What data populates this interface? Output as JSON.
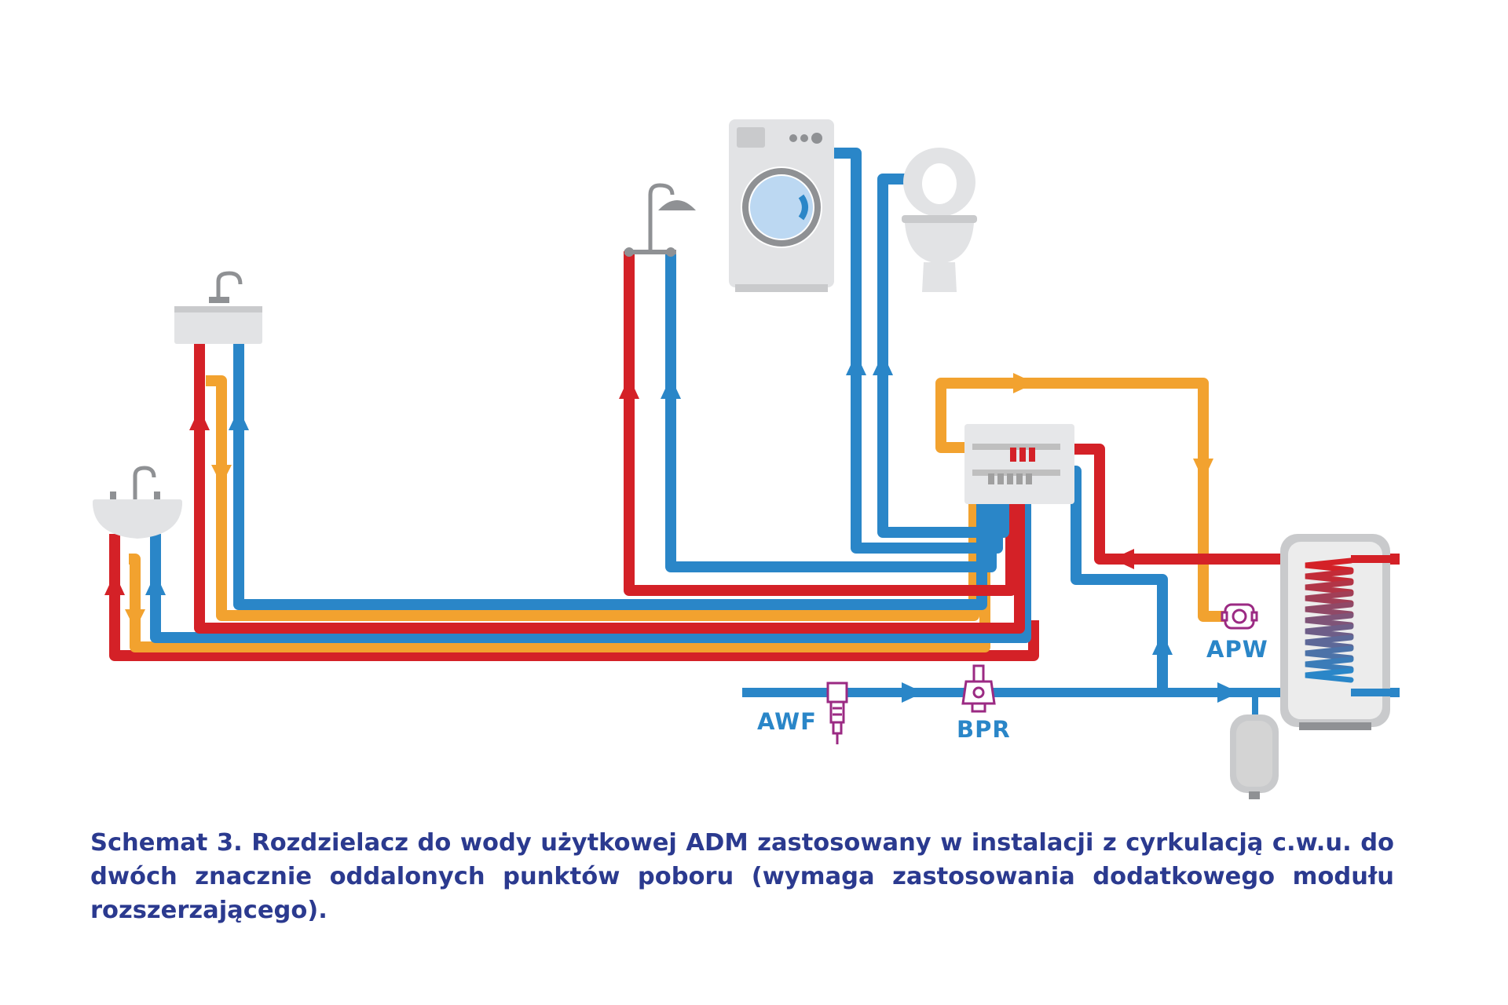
{
  "colors": {
    "hot": "#d42127",
    "cold": "#2a86c8",
    "circulation": "#f2a22f",
    "caption_text": "#2b3a8f",
    "appliance": "#e2e3e5",
    "appliance_dark": "#8f9194",
    "component": "#9b2a83"
  },
  "labels": {
    "awf": "AWF",
    "bpr": "BPR",
    "apw": "APW"
  },
  "caption": "Schemat 3. Rozdzielacz do wody użytkowej ADM zastosowany w instalacji z cyrkulacją c.w.u. do dwóch znacznie oddalonych punktów poboru (wymaga zastosowania dodatkowego modułu rozszerzającego)."
}
